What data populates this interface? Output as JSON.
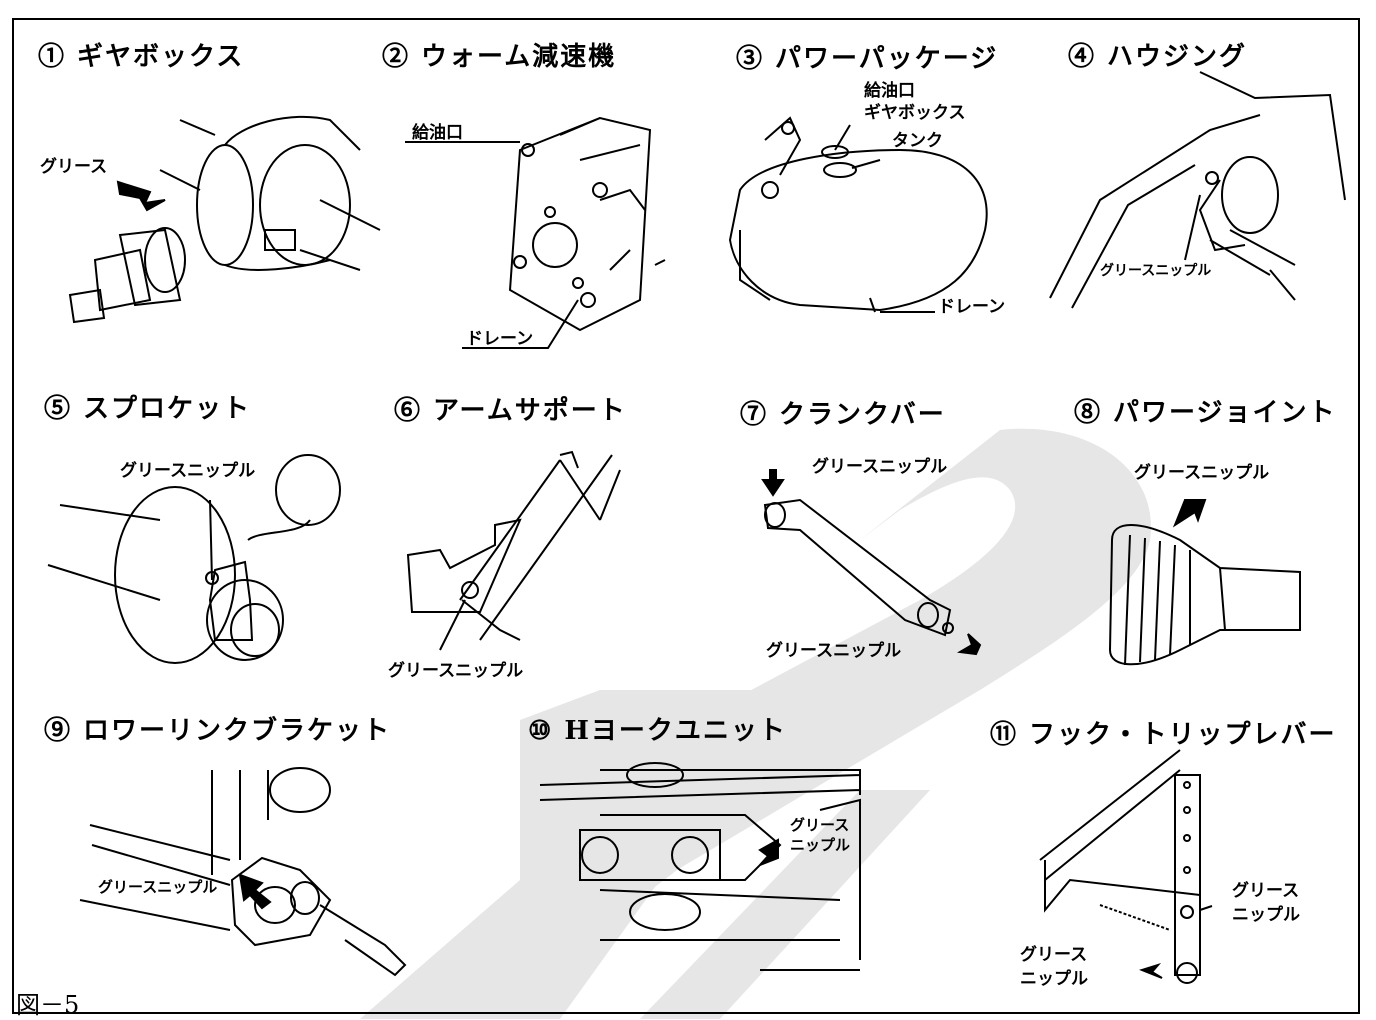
{
  "figure_label": "図－5",
  "panels": [
    {
      "title": "① ギヤボックス",
      "labels": [
        "グリース"
      ]
    },
    {
      "title": "② ウォーム減速機",
      "labels": [
        "給油口",
        "ドレーン"
      ]
    },
    {
      "title": "③ パワーパッケージ",
      "labels": [
        "給油口",
        "ギヤボックス",
        "タンク",
        "ドレーン"
      ]
    },
    {
      "title": "④ ハウジング",
      "labels": [
        "グリースニップル"
      ]
    },
    {
      "title": "⑤ スプロケット",
      "labels": [
        "グリースニップル"
      ]
    },
    {
      "title": "⑥ アームサポート",
      "labels": [
        "グリースニップル"
      ]
    },
    {
      "title": "⑦ クランクバー",
      "labels": [
        "グリースニップル",
        "グリースニップル"
      ]
    },
    {
      "title": "⑧ パワージョイント",
      "labels": [
        "グリースニップル"
      ]
    },
    {
      "title": "⑨ ロワーリンクブラケット",
      "labels": [
        "グリースニップル"
      ]
    },
    {
      "title": "⑩ Hヨークユニット",
      "labels": [
        "グリース",
        "ニップル"
      ]
    },
    {
      "title": "⑪ フック・トリップレバー",
      "labels": [
        "グリース",
        "ニップル",
        "グリース",
        "ニップル"
      ]
    }
  ],
  "colors": {
    "ink": "#000000",
    "watermark": "#e6e6e6",
    "paper": "#ffffff"
  }
}
